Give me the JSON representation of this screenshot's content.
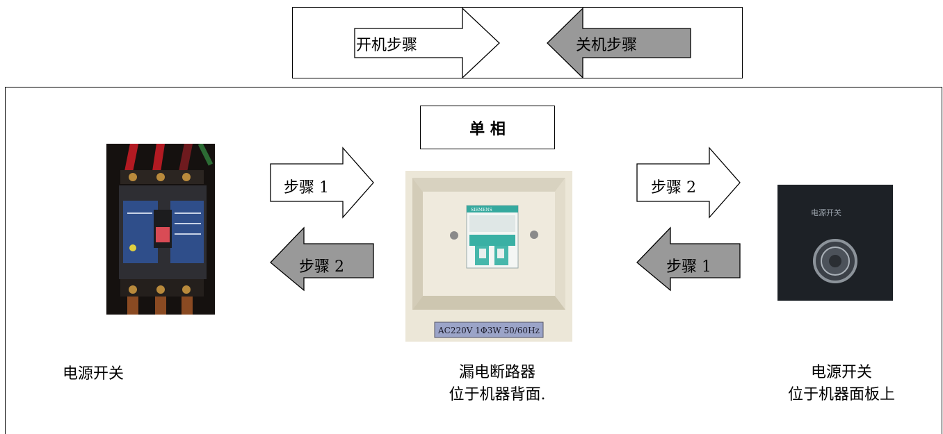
{
  "legend": {
    "power_on_steps": "开机步骤",
    "power_off_steps": "关机步骤"
  },
  "diagram": {
    "phase_label": "单 相",
    "left_arrow_top": "步骤 1",
    "left_arrow_bottom": "步骤 2",
    "right_arrow_top": "步骤 2",
    "right_arrow_bottom": "步骤 1",
    "breaker_label_plate": "AC220V 1Φ3W 50/60Hz",
    "breaker_brand": "SIEMENS",
    "panel_switch_plate": "电源开关",
    "captions": {
      "left": "电源开关",
      "center_line1": "漏电断路器",
      "center_line2": "位于机器背面.",
      "right_line1": "电源开关",
      "right_line2": "位于机器面板上"
    },
    "colors": {
      "off_arrow_fill": "#999999",
      "on_arrow_fill": "#ffffff"
    }
  }
}
